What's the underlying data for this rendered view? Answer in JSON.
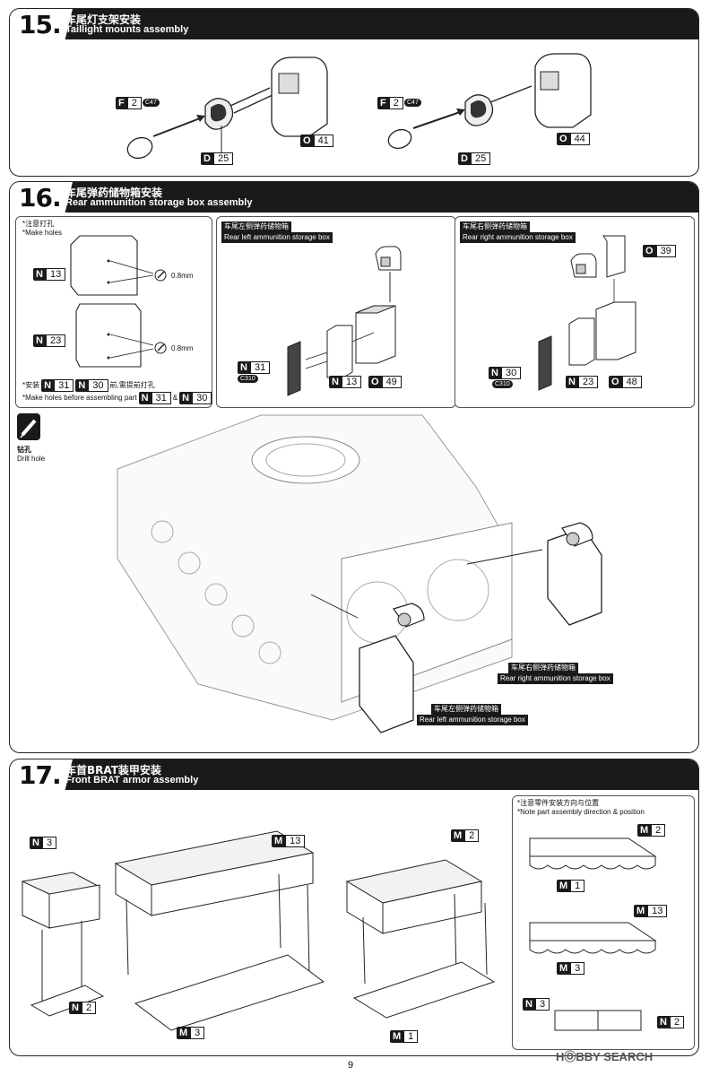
{
  "page_number": "9",
  "watermark": "HⓄBBY SEARCH",
  "steps": [
    {
      "num": "15.",
      "zh": "车尾灯支架安装",
      "en": "Taillight mounts assembly"
    },
    {
      "num": "16.",
      "zh": "车尾弹药储物箱安装",
      "en": "Rear ammunition storage box assembly"
    },
    {
      "num": "17.",
      "zh": "车首BRAT装甲安装",
      "en": "Front BRAT armor assembly"
    }
  ],
  "step15": {
    "left": {
      "f_letter": "F",
      "f_num": "2",
      "chip": "C47",
      "d_letter": "D",
      "d_num": "25",
      "o_letter": "O",
      "o_num": "41"
    },
    "right": {
      "f_letter": "F",
      "f_num": "2",
      "chip": "C47",
      "d_letter": "D",
      "d_num": "25",
      "o_letter": "O",
      "o_num": "44"
    }
  },
  "step16": {
    "note_zh": "*注意打孔",
    "note_en": "*Make holes",
    "n13": {
      "letter": "N",
      "num": "13"
    },
    "n23": {
      "letter": "N",
      "num": "23"
    },
    "hole_size_1": "0.8mm",
    "hole_size_2": "0.8mm",
    "install_zh_prefix": "*安装",
    "install_zh_suffix": "前,需提前打孔",
    "install_en": "*Make holes before assembling part",
    "install_amp": "&",
    "install_n31": {
      "letter": "N",
      "num": "31"
    },
    "install_n30": {
      "letter": "N",
      "num": "30"
    },
    "drill_zh": "钻孔",
    "drill_en": "Drill hole",
    "left_box": {
      "zh": "车尾左侧弹药储物箱",
      "en": "Rear left ammunition storage box",
      "n31": {
        "letter": "N",
        "num": "31"
      },
      "chip": "C310",
      "n13": {
        "letter": "N",
        "num": "13"
      },
      "o49": {
        "letter": "O",
        "num": "49"
      }
    },
    "right_box": {
      "zh": "车尾右侧弹药储物箱",
      "en": "Rear right ammunition storage box",
      "o39": {
        "letter": "O",
        "num": "39"
      },
      "n30": {
        "letter": "N",
        "num": "30"
      },
      "chip": "C310",
      "n23": {
        "letter": "N",
        "num": "23"
      },
      "o48": {
        "letter": "O",
        "num": "48"
      }
    },
    "callout_right_zh": "车尾右侧弹药储物箱",
    "callout_right_en": "Rear right ammunition storage box",
    "callout_left_zh": "车尾左侧弹药储物箱",
    "callout_left_en": "Rear left ammunition storage box"
  },
  "step17": {
    "parts": [
      {
        "letter": "N",
        "num": "3"
      },
      {
        "letter": "N",
        "num": "2"
      },
      {
        "letter": "M",
        "num": "13"
      },
      {
        "letter": "M",
        "num": "3"
      },
      {
        "letter": "M",
        "num": "2"
      },
      {
        "letter": "M",
        "num": "1"
      }
    ],
    "note_zh": "*注意零件安装方向与位置",
    "note_en": "*Note part assembly direction & position",
    "note_parts": [
      {
        "letter": "M",
        "num": "2"
      },
      {
        "letter": "M",
        "num": "1"
      },
      {
        "letter": "M",
        "num": "13"
      },
      {
        "letter": "M",
        "num": "3"
      },
      {
        "letter": "N",
        "num": "3"
      },
      {
        "letter": "N",
        "num": "2"
      }
    ]
  },
  "colors": {
    "header": "#1a1a1a",
    "line": "#222222"
  }
}
